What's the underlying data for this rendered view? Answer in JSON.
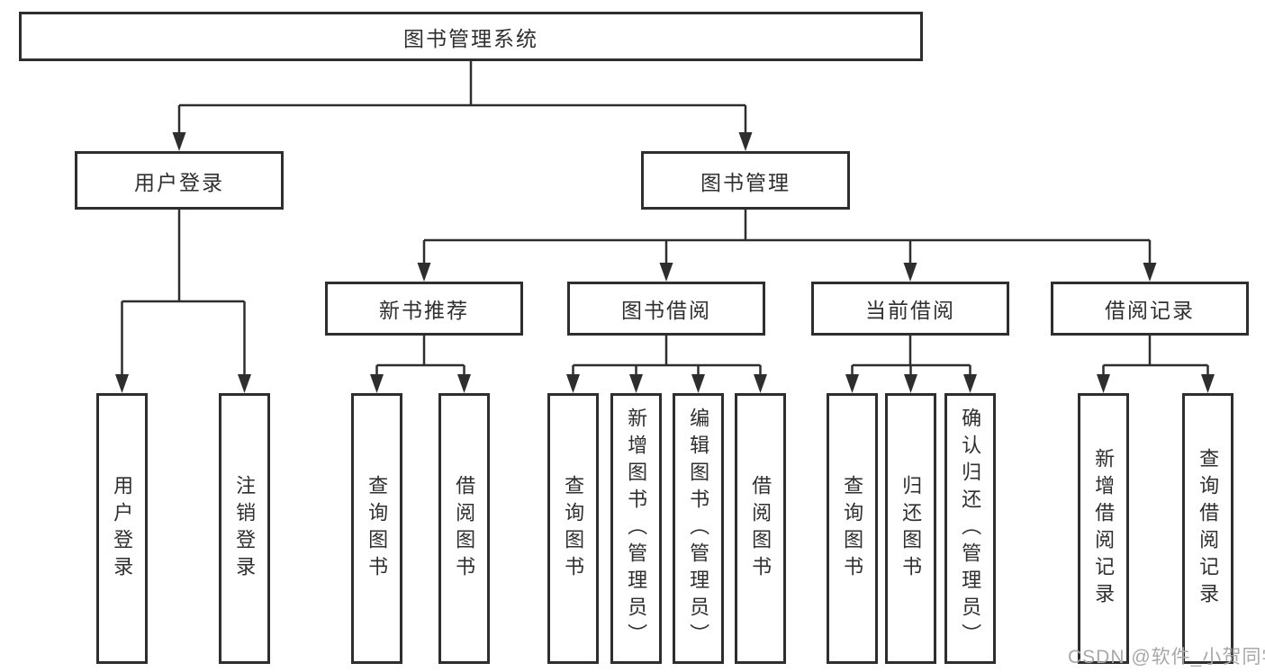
{
  "diagram": {
    "root": {
      "label": "图书管理系统",
      "children": [
        {
          "label": "用户登录",
          "children": [
            {
              "label": "用户登录"
            },
            {
              "label": "注销登录"
            }
          ]
        },
        {
          "label": "图书管理",
          "children": [
            {
              "label": "新书推荐",
              "children": [
                {
                  "label": "查询图书"
                },
                {
                  "label": "借阅图书"
                }
              ]
            },
            {
              "label": "图书借阅",
              "children": [
                {
                  "label": "查询图书"
                },
                {
                  "label": "新增图书（管理员）"
                },
                {
                  "label": "编辑图书（管理员）"
                },
                {
                  "label": "借阅图书"
                }
              ]
            },
            {
              "label": "当前借阅",
              "children": [
                {
                  "label": "查询图书"
                },
                {
                  "label": "归还图书"
                },
                {
                  "label": "确认归还（管理员）"
                }
              ]
            },
            {
              "label": "借阅记录",
              "children": [
                {
                  "label": "新增借阅记录"
                },
                {
                  "label": "查询借阅记录"
                }
              ]
            }
          ]
        }
      ]
    }
  },
  "watermark": {
    "text": "CSDN @软件_小贺同学"
  },
  "colors": {
    "line": "#2e2e2e",
    "box_border": "#2e2e2e",
    "text": "#2f2f2f",
    "watermark": "#a8a8a8",
    "background": "#ffffff"
  }
}
